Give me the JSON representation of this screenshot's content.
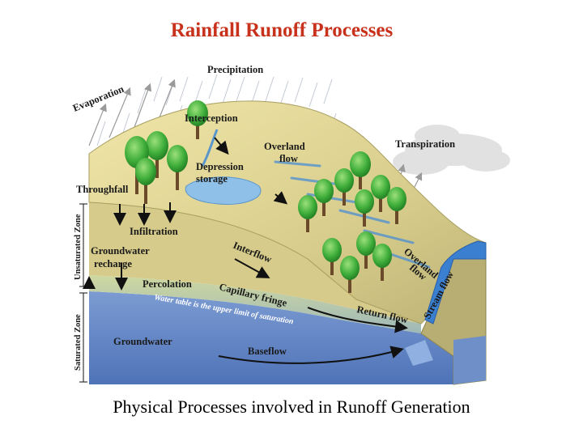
{
  "title": "Rainfall Runoff Processes",
  "caption": "Physical Processes involved in Runoff Generation",
  "labels": {
    "precipitation": "Precipitation",
    "evaporation": "Evaporation",
    "interception": "Interception",
    "transpiration": "Transpiration",
    "overland_flow_1": "Overland",
    "overland_flow_2": "flow",
    "depression_storage_1": "Depression",
    "depression_storage_2": "storage",
    "throughfall": "Throughfall",
    "infiltration": "Infiltration",
    "groundwater_recharge_1": "Groundwater",
    "groundwater_recharge_2": "recharge",
    "interflow": "Interflow",
    "percolation": "Percolation",
    "capillary_fringe": "Capillary fringe",
    "water_table": "Water table is the upper limit of saturation",
    "return_flow": "Return flow",
    "overland_flow_side_1": "Overland",
    "overland_flow_side_2": "flow",
    "stream_flow": "Stream flow",
    "groundwater": "Groundwater",
    "baseflow": "Baseflow",
    "unsaturated_zone": "Unsaturated Zone",
    "saturated_zone": "Saturated Zone"
  },
  "colors": {
    "title": "#c8321c",
    "groundwater": "#6f8fc8",
    "soil": "#d9cf8e",
    "land_top": "#e7dc9a",
    "water": "#3a7fd0",
    "tree": "#3aa83a"
  }
}
